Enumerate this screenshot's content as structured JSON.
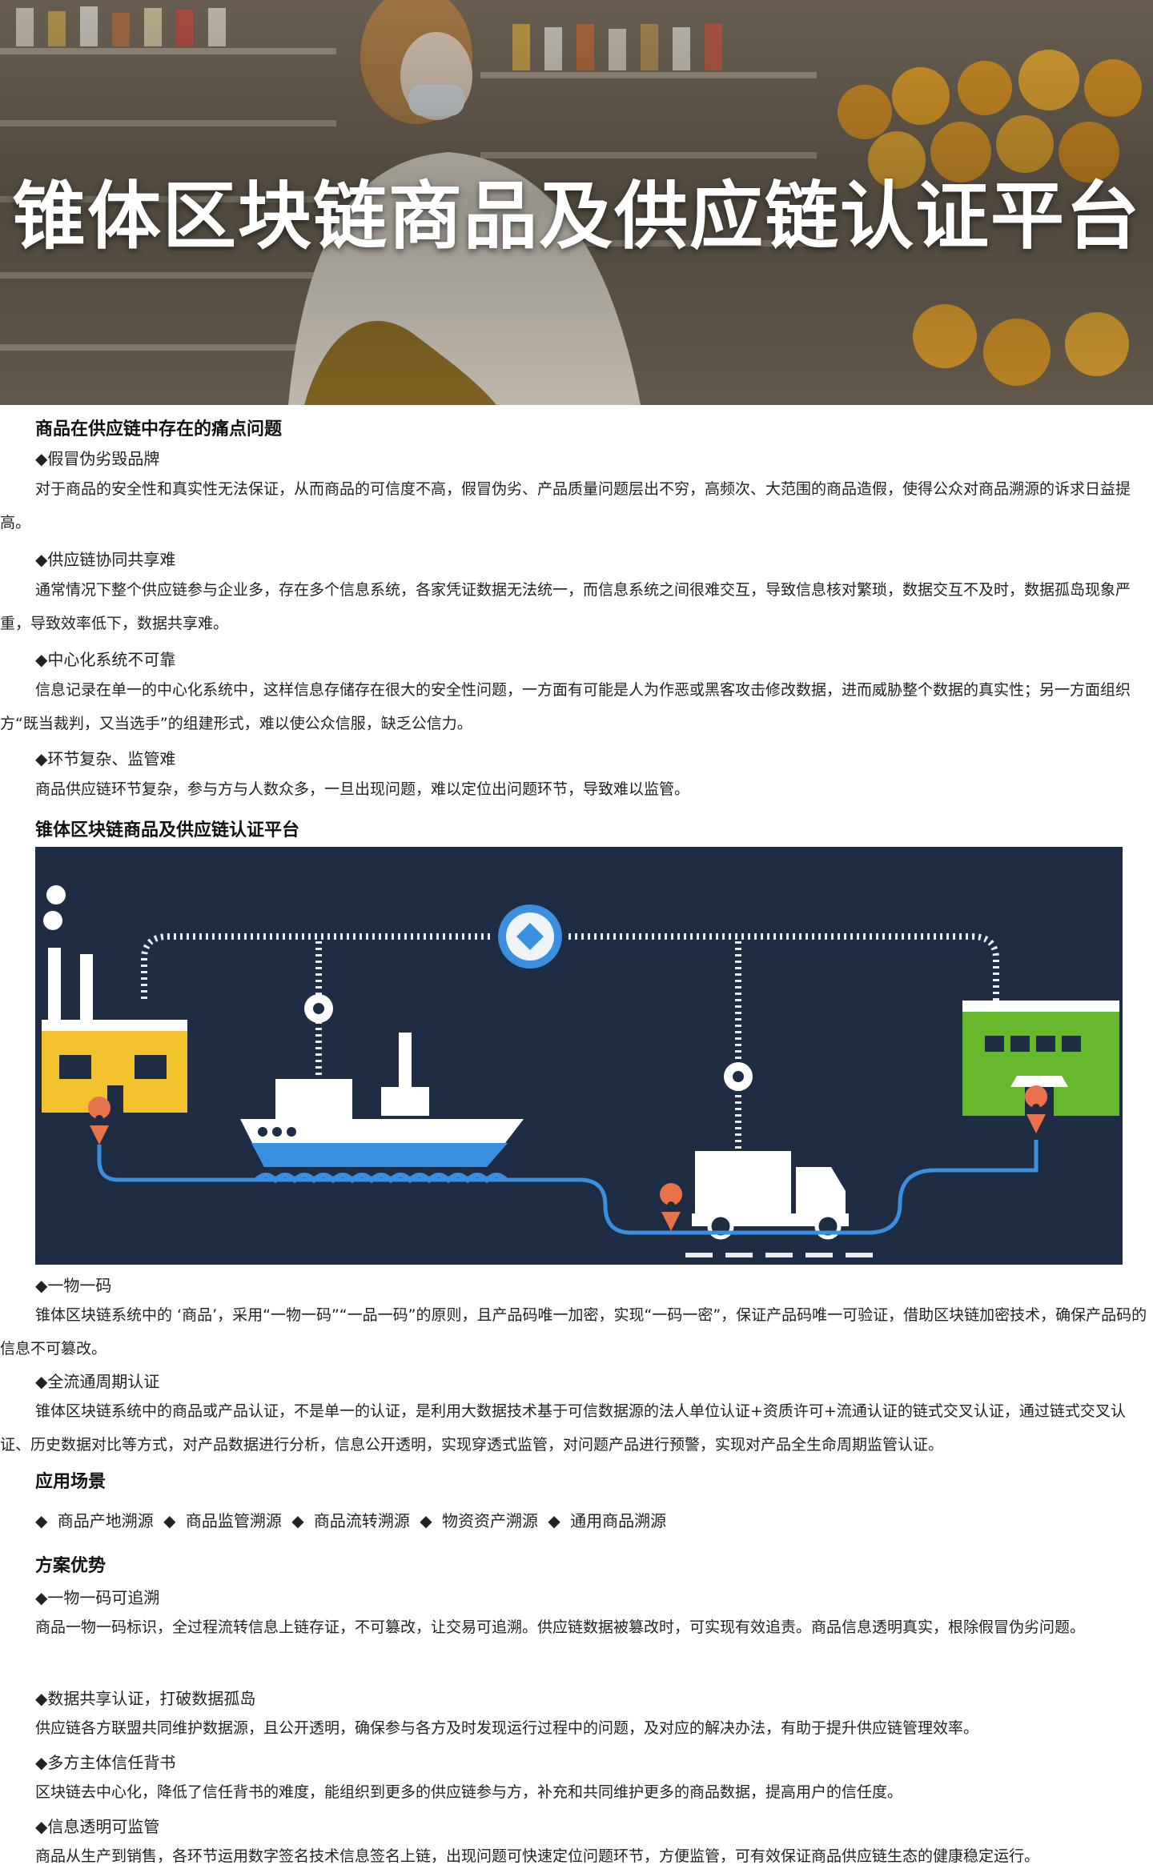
{
  "hero": {
    "title": "锥体区块链商品及供应链认证平台"
  },
  "section1": {
    "heading": "商品在供应链中存在的痛点问题",
    "items": [
      {
        "title": "◆假冒伪劣毁品牌",
        "text": "对于商品的安全性和真实性无法保证，从而商品的可信度不高，假冒伪劣、产品质量问题层出不穷，高频次、大范围的商品造假，使得公众对商品溯源的诉求日益提高。"
      },
      {
        "title": "◆供应链协同共享难",
        "text": "通常情况下整个供应链参与企业多，存在多个信息系统，各家凭证数据无法统一，而信息系统之间很难交互，导致信息核对繁琐，数据交互不及时，数据孤岛现象严重，导致效率低下，数据共享难。"
      },
      {
        "title": "◆中心化系统不可靠",
        "text": "信息记录在单一的中心化系统中，这样信息存储存在很大的安全性问题，一方面有可能是人为作恶或黑客攻击修改数据，进而威胁整个数据的真实性；另一方面组织方“既当裁判，又当选手”的组建形式，难以使公众信服，缺乏公信力。"
      },
      {
        "title": "◆环节复杂、监管难",
        "text": "商品供应链环节复杂，参与方与人数众多，一旦出现问题，难以定位出问题环节，导致难以监管。"
      }
    ]
  },
  "section2": {
    "heading": "锥体区块链商品及供应链认证平台",
    "items": [
      {
        "title": "◆一物一码",
        "text": "锥体区块链系统中的 ‘商品’，采用“一物一码”“一品一码”的原则，且产品码唯一加密，实现“一码一密”，保证产品码唯一可验证，借助区块链加密技术，确保产品码的信息不可篡改。"
      },
      {
        "title": "◆全流通周期认证",
        "text": "锥体区块链系统中的商品或产品认证，不是单一的认证，是利用大数据技术基于可信数据源的法人单位认证+资质许可+流通认证的链式交叉认证，通过链式交叉认证、历史数据对比等方式，对产品数据进行分析，信息公开透明，实现穿透式监管，对问题产品进行预警，实现对产品全生命周期监管认证。"
      }
    ]
  },
  "section3": {
    "heading": "应用场景",
    "scenes": "◆ 商品产地溯源 ◆ 商品监管溯源 ◆ 商品流转溯源 ◆ 物资资产溯源 ◆ 通用商品溯源"
  },
  "section4": {
    "heading": "方案优势",
    "items": [
      {
        "title": "◆一物一码可追溯",
        "text": "商品一物一码标识，全过程流转信息上链存证，不可篡改，让交易可追溯。供应链数据被篡改时，可实现有效追责。商品信息透明真实，根除假冒伪劣问题。"
      },
      {
        "title": "◆数据共享认证，打破数据孤岛",
        "text": "供应链各方联盟共同维护数据源，且公开透明，确保参与各方及时发现运行过程中的问题，及对应的解决办法，有助于提升供应链管理效率。"
      },
      {
        "title": "◆多方主体信任背书",
        "text": "区块链去中心化，降低了信任背书的难度，能组织到更多的供应链参与方，补充和共同维护更多的商品数据，提高用户的信任度。"
      },
      {
        "title": "◆信息透明可监管",
        "text": "商品从生产到销售，各环节运用数字签名技术信息签名上链，出现问题可快速定位问题环节，方便监管，可有效保证商品供应链生态的健康稳定运行。"
      }
    ]
  },
  "colors": {
    "diagram_bg": "#1f2d44",
    "factory": "#f2c12e",
    "store": "#66b82c",
    "route": "#3a8fe0",
    "pin": "#e8734a"
  }
}
